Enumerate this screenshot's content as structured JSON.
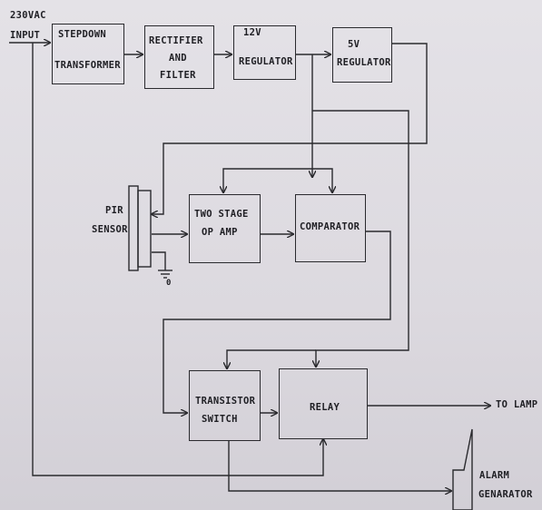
{
  "input": {
    "line1": "230VAC",
    "line2": "INPUT"
  },
  "blocks": {
    "stepdown": {
      "line1": "STEPDOWN",
      "line2": "TRANSFORMER"
    },
    "rectifier": {
      "line1": "RECTIFIER",
      "line2": "AND",
      "line3": "FILTER"
    },
    "reg12": {
      "line1": "12V",
      "line2": "REGULATOR"
    },
    "reg5": {
      "line1": "5V",
      "line2": "REGULATOR"
    },
    "pir": {
      "line1": "PIR",
      "line2": "SENSOR"
    },
    "amp": {
      "line1": "TWO STAGE",
      "line2": "OP AMP"
    },
    "comparator": {
      "line1": "COMPARATOR"
    },
    "transistor": {
      "line1": "TRANSISTOR",
      "line2": "SWITCH"
    },
    "relay": {
      "line1": "RELAY"
    },
    "alarm": {
      "line1": "ALARM",
      "line2": "GENARATOR"
    }
  },
  "ground_label": "0",
  "output_label": "TO LAMP"
}
